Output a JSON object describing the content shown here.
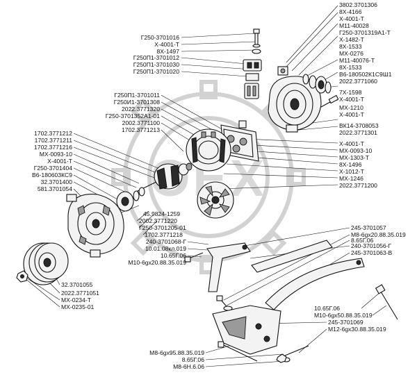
{
  "watermark": {
    "text": "OEX"
  },
  "labels_right_top": [
    "3802.3701306",
    "8Х-4166",
    "Х-4001-Т",
    "М11-40028",
    "Г250-3701319А1-Т",
    "Х-1482-Т",
    "8Х-1533",
    "МХ-0276",
    "М11-40076-Т",
    "8Х-1533",
    "В6-180502К1С9Ш1",
    "2022.3771060"
  ],
  "labels_right_mid": [
    "7Х-1598",
    "Х-4001-Т",
    "МХ-1210",
    "Х-4001-Т"
  ],
  "labels_right_lower": [
    "ВК14-3708053",
    "2022.3771301"
  ],
  "labels_right_stack": [
    "Х-4001-Т",
    "МХ-0093-10",
    "МХ-1303-Т",
    "8Х-1496",
    "Х-1012-Т",
    "МХ-1246",
    "2022.3771200"
  ],
  "labels_top_center": [
    "Г250-3701016",
    "Х-4001-Т",
    "8Х-1497",
    "Г250П1-3701012",
    "Г250П1-3701030",
    "Г250П1-3701020"
  ],
  "labels_center": [
    "Г250П1-3701011",
    "Г250И1-3701308",
    "2022.3771320",
    "Г250-3701352А1-01",
    "2002.3771100",
    "1702.3771213"
  ],
  "labels_left": [
    "1702.3771212",
    "1702.3771211",
    "1702.3771216",
    "МХ-0093-10",
    "Х-4001-Т",
    "Г250-3701404",
    "В6-180603КС9",
    "32.3701400",
    "581.3701054"
  ],
  "labels_below_center": [
    "45.9824-1259",
    "2002.3771220",
    "Г250-3701205-01",
    "1702.3771218",
    "240-3701068-Г",
    "10.01.08кл.019",
    "10.65Г.06",
    "М10-6gх20.88.35.019"
  ],
  "labels_bottom_left": [
    "32.3701055",
    "2022.3771051",
    "МХ-0234-Т",
    "МХ-0235-01"
  ],
  "labels_bracket": [
    "245-3701057",
    "М8-6gх20.88.35.019",
    "8.65Г.06",
    "240-3701056-Г",
    "245-3701063-В"
  ],
  "labels_bottom_right": [
    "10.65Г.06",
    "М10-6gх50.88.35.019",
    "245-3701069",
    "М12-6gх30.88.35.019"
  ],
  "labels_bottom_center": [
    "М8-6gх95.88.35.019",
    "8.65Г.06",
    "М8-6Н.6.06"
  ]
}
